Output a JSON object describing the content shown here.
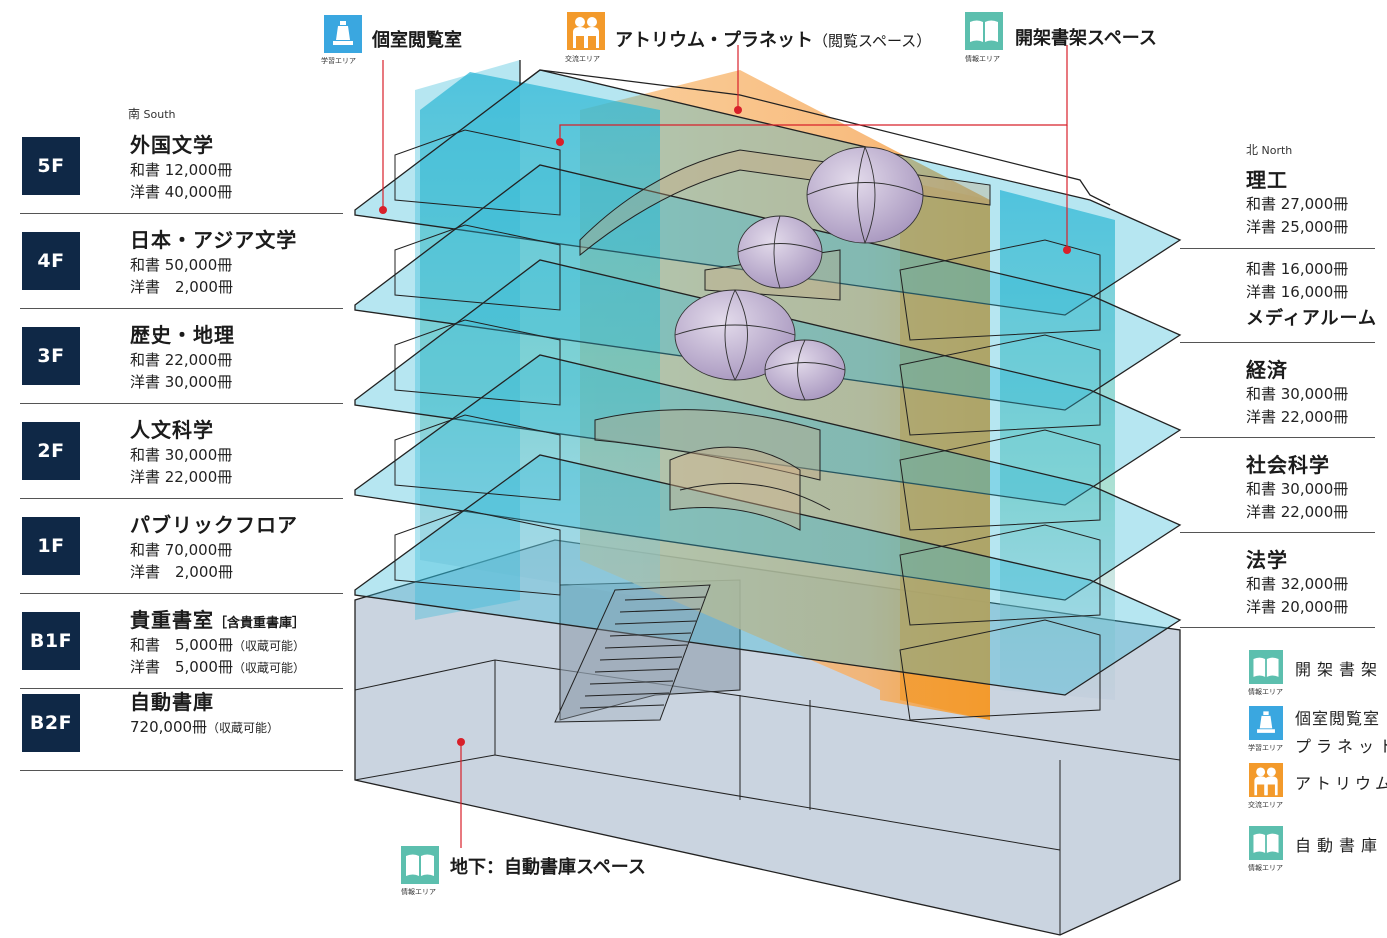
{
  "direction": {
    "south": {
      "jp": "南",
      "en": "South"
    },
    "north": {
      "jp": "北",
      "en": "North"
    }
  },
  "area_captions": {
    "learning": "学習エリア",
    "exchange": "交流エリア",
    "info": "情報エリア"
  },
  "top_labels": {
    "private_room": "個室閲覧室",
    "atrium": "アトリウム・プラネット",
    "atrium_sub": "（閲覧スペース）",
    "open_stacks": "開架書架スペース"
  },
  "bottom_label": "地下：自動書庫スペース",
  "floors": [
    {
      "badge": "5F",
      "title": "外国文学",
      "note": "",
      "lines": [
        "和書 12,000冊",
        "洋書 40,000冊"
      ]
    },
    {
      "badge": "4F",
      "title": "日本・アジア文学",
      "note": "",
      "lines": [
        "和書 50,000冊",
        "洋書　2,000冊"
      ]
    },
    {
      "badge": "3F",
      "title": "歴史・地理",
      "note": "",
      "lines": [
        "和書 22,000冊",
        "洋書 30,000冊"
      ]
    },
    {
      "badge": "2F",
      "title": "人文科学",
      "note": "",
      "lines": [
        "和書 30,000冊",
        "洋書 22,000冊"
      ]
    },
    {
      "badge": "1F",
      "title": "パブリックフロア",
      "note": "",
      "lines": [
        "和書 70,000冊",
        "洋書　2,000冊"
      ]
    },
    {
      "badge": "B1F",
      "title": "貴重書室",
      "note": "［含貴重書庫］",
      "lines": [
        "和書　5,000冊",
        "洋書　5,000冊"
      ],
      "line_notes": [
        "（収蔵可能）",
        "（収蔵可能）"
      ]
    },
    {
      "badge": "B2F",
      "title": "自動書庫",
      "note": "",
      "lines": [
        "720,000冊"
      ],
      "line_notes": [
        "（収蔵可能）"
      ]
    }
  ],
  "right_sections": [
    {
      "title": "理工",
      "lines": [
        "和書 27,000冊",
        "洋書 25,000冊"
      ]
    },
    {
      "title": "メディアルーム",
      "lines": [
        "和書 16,000冊",
        "洋書 16,000冊"
      ]
    },
    {
      "title": "経済",
      "lines": [
        "和書 30,000冊",
        "洋書 22,000冊"
      ]
    },
    {
      "title": "社会科学",
      "lines": [
        "和書 30,000冊",
        "洋書 22,000冊"
      ]
    },
    {
      "title": "法学",
      "lines": [
        "和書 32,000冊",
        "洋書 20,000冊"
      ]
    }
  ],
  "legend": [
    {
      "icon": "book-icon",
      "caption": "情報エリア",
      "labels": [
        "開架書架"
      ]
    },
    {
      "icon": "study-lamp-icon",
      "caption": "学習エリア",
      "labels": [
        "個室閲覧室",
        "プラネット"
      ]
    },
    {
      "icon": "people-icon",
      "caption": "交流エリア",
      "labels": [
        "アトリウム"
      ]
    },
    {
      "icon": "book-icon",
      "caption": "情報エリア",
      "labels": [
        "自動書庫"
      ]
    }
  ],
  "colors": {
    "navy": "#0f2846",
    "cyan": "#2fb8d8",
    "orange": "#f39a2b",
    "teal_icon": "#5cbfae",
    "blue_icon": "#3aa7e0",
    "lavender": "#c4b6d6",
    "basement": "#b8c6d6",
    "leader": "#d8202a"
  }
}
